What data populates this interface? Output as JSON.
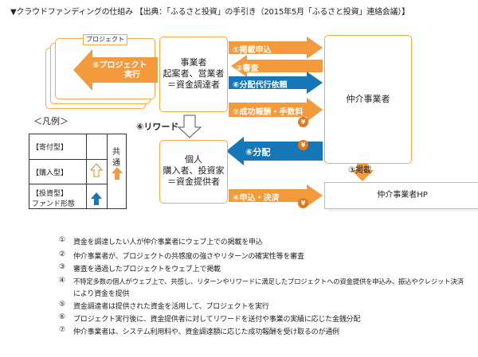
{
  "title": "▼クラウドファンディングの仕組み 【出典：「ふるさと投資」の手引き（2015年5月「ふるさと投資」連絡会議）】",
  "project_stack": {
    "label": "プロジェクト"
  },
  "arrow5": {
    "line1": "⑤プロジェクト",
    "line2": "実行"
  },
  "operator_box": {
    "line1": "事業者",
    "line2": "起案者、営業者",
    "line3": "＝資金調達者"
  },
  "intermediary_box": {
    "label": "仲介事業者"
  },
  "individual_box": {
    "line1": "個人",
    "line2": "購入者、投資家",
    "line3": "＝資金提供者"
  },
  "hp_box": {
    "label": "仲介事業者HP"
  },
  "flows": {
    "f1": "①掲載申込",
    "f2": "②審査",
    "f3": "⑥分配代行依頼",
    "f7": "⑦成功報酬・手数料",
    "distribution": "⑥分配",
    "f4": "④申込・決済",
    "reward": "⑥リワード",
    "publish": "③掲載"
  },
  "yen_symbol": "¥",
  "legend": {
    "title": "＜凡例＞",
    "rows": [
      "【寄付型】",
      "【購入型】",
      "【投資型】",
      "ファンド形態"
    ],
    "common": [
      "共",
      "通"
    ]
  },
  "notes": [
    {
      "num": "①",
      "text": "資金を調達したい人が仲介事業者にウェブ上での掲載を申込"
    },
    {
      "num": "②",
      "text": "仲介事業者が、プロジェクトの共感度の強さやリターンの確実性等を審査"
    },
    {
      "num": "③",
      "text": "審査を通過したプロジェクトをウェブ上で掲載"
    },
    {
      "num": "④",
      "text": "不特定多数の個人がウェブ上で、共感し、リターンやリワードに満足したプロジェクトへの資金提供を申込み、振込やクレジット決済"
    },
    {
      "num": "",
      "text": "により資金を提供"
    },
    {
      "num": "⑤",
      "text": "資金調達者は提供された資金を活用して、プロジェクトを実行"
    },
    {
      "num": "⑥",
      "text": "プロジェクト実行後に、資金提供者に対してリワードを送付や事業の実績に応じた金銭分配"
    },
    {
      "num": "⑦",
      "text": "仲介事業者は、システム利用料や、資金調達額に応じた成功報酬を受け取るのが通例"
    }
  ],
  "colors": {
    "orange": "#f39a3c",
    "blue": "#1677b8",
    "box_border": "#f4a94b",
    "yen": "#e0781c"
  }
}
